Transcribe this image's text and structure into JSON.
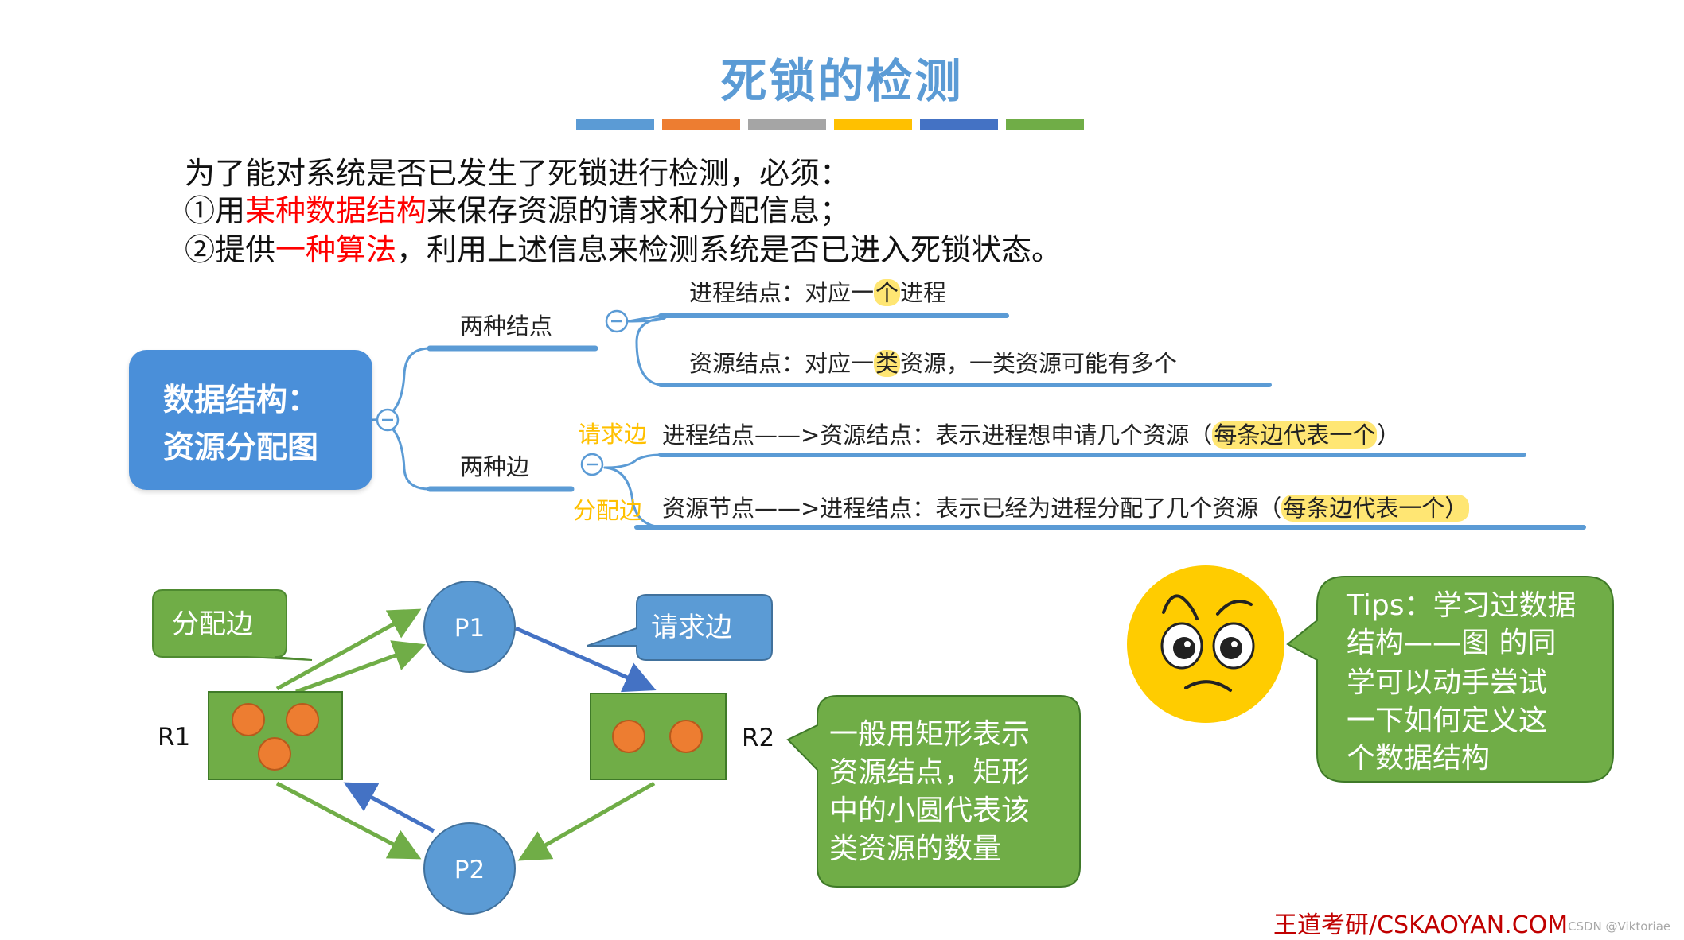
{
  "title": "死锁的检测",
  "color_bar": [
    "#5b9bd5",
    "#ed7d31",
    "#a5a5a5",
    "#ffc000",
    "#4472c4",
    "#70ad47"
  ],
  "intro": {
    "line1": "为了能对系统是否已发生了死锁进行检测，必须：",
    "line2_a": "①用",
    "line2_red": "某种数据结构",
    "line2_b": "来保存资源的请求和分配信息；",
    "line3_a": "②提供",
    "line3_red": "一种算法",
    "line3_b": "，利用上述信息来检测系统是否已进入死锁状态。"
  },
  "mindmap": {
    "root_line1": "数据结构：",
    "root_line2": "资源分配图",
    "branch1": {
      "label": "两种结点",
      "child1_a": "进程结点：对应一",
      "child1_hl": "个",
      "child1_b": "进程",
      "child2_a": "资源结点：对应一",
      "child2_hl": "类",
      "child2_b": "资源，一类资源可能有多个"
    },
    "branch2": {
      "label": "两种边",
      "child1_tag": "请求边",
      "child1_a": "进程结点——>资源结点：表示进程想申请几个资源（",
      "child1_hl": "每条边代表一个",
      "child1_b": "）",
      "child2_tag": "分配边",
      "child2_a": "资源节点——>进程结点：表示已经为进程分配了几个资源（",
      "child2_hl": "每条边代表一个）",
      "collapse_symbol": "⊖"
    }
  },
  "graph": {
    "p1": "P1",
    "p2": "P2",
    "r1": "R1",
    "r2": "R2",
    "alloc_callout": "分配边",
    "request_callout": "请求边",
    "rect_note": [
      "一般用矩形表示",
      "资源结点，矩形",
      "中的小圆代表该",
      "类资源的数量"
    ],
    "colors": {
      "node": "#5b9bd5",
      "resource": "#70ad47",
      "instance": "#ed7d31",
      "alloc_edge": "#70ad47",
      "request_edge": "#4472c4"
    }
  },
  "tips": [
    "Tips：学习过数据",
    "结构——图 的同",
    "学可以动手尝试",
    "一下如何定义这",
    "个数据结构"
  ],
  "footer": "王道考研/CSKAOYAN.COM",
  "watermark": "CSDN @Viktoriae"
}
